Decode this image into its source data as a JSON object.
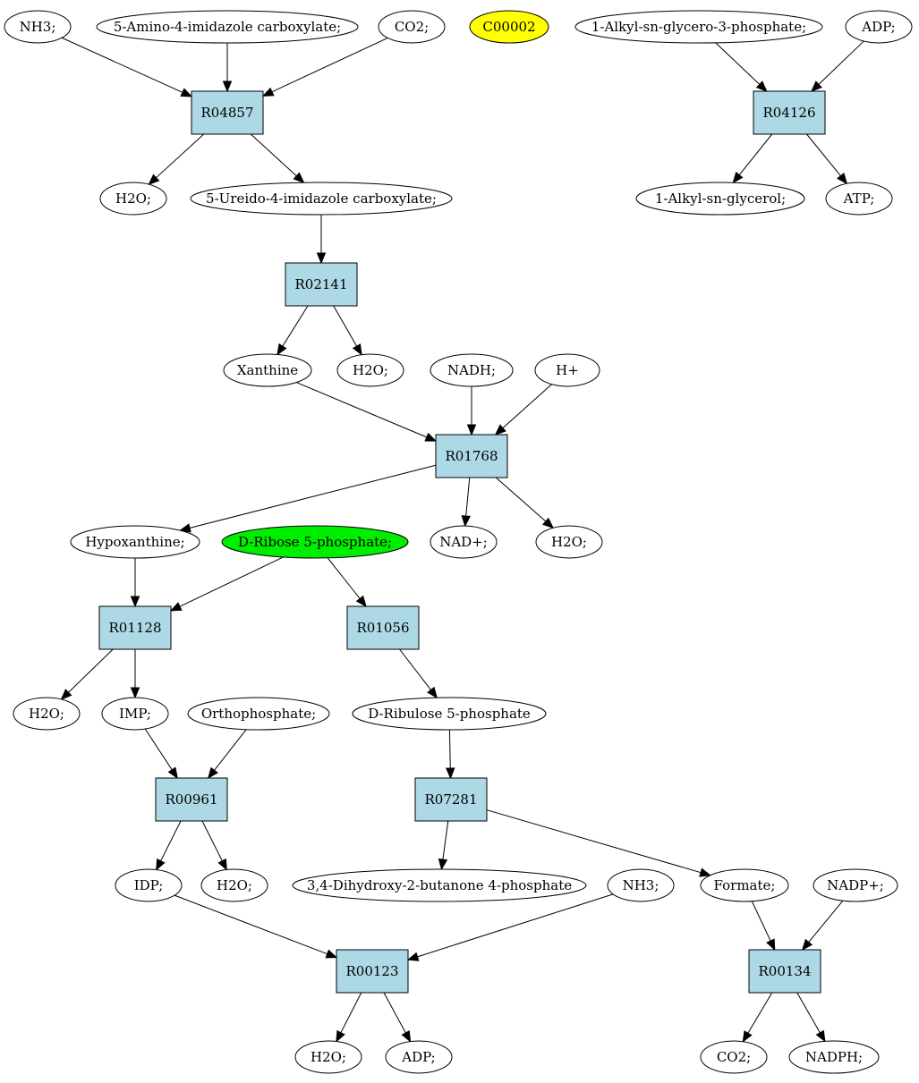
{
  "colors": {
    "compound": "#ffffff",
    "reaction": "#add8e6",
    "highlight_yellow": "#ffff00",
    "highlight_green": "#00ee00"
  },
  "nodes": [
    {
      "id": "nh3_1",
      "label": "NH3;",
      "kind": "compound"
    },
    {
      "id": "amino_imid",
      "label": "5-Amino-4-imidazole carboxylate;",
      "kind": "compound"
    },
    {
      "id": "co2_1",
      "label": "CO2;",
      "kind": "compound"
    },
    {
      "id": "c00002",
      "label": "C00002",
      "kind": "compound",
      "color": "highlight_yellow"
    },
    {
      "id": "alkyl_g3p",
      "label": "1-Alkyl-sn-glycero-3-phosphate;",
      "kind": "compound"
    },
    {
      "id": "adp_1",
      "label": "ADP;",
      "kind": "compound"
    },
    {
      "id": "r04857",
      "label": "R04857",
      "kind": "reaction"
    },
    {
      "id": "r04126",
      "label": "R04126",
      "kind": "reaction"
    },
    {
      "id": "h2o_1",
      "label": "H2O;",
      "kind": "compound"
    },
    {
      "id": "ureido_imid",
      "label": "5-Ureido-4-imidazole carboxylate;",
      "kind": "compound"
    },
    {
      "id": "alkyl_glycerol",
      "label": "1-Alkyl-sn-glycerol;",
      "kind": "compound"
    },
    {
      "id": "atp_1",
      "label": "ATP;",
      "kind": "compound"
    },
    {
      "id": "r02141",
      "label": "R02141",
      "kind": "reaction"
    },
    {
      "id": "xanthine",
      "label": "Xanthine",
      "kind": "compound"
    },
    {
      "id": "h2o_2",
      "label": "H2O;",
      "kind": "compound"
    },
    {
      "id": "nadh",
      "label": "NADH;",
      "kind": "compound"
    },
    {
      "id": "hplus",
      "label": "H+",
      "kind": "compound"
    },
    {
      "id": "r01768",
      "label": "R01768",
      "kind": "reaction"
    },
    {
      "id": "hypoxanthine",
      "label": "Hypoxanthine;",
      "kind": "compound"
    },
    {
      "id": "ribose5p",
      "label": "D-Ribose 5-phosphate;",
      "kind": "compound",
      "color": "highlight_green"
    },
    {
      "id": "nadplus_1",
      "label": "NAD+;",
      "kind": "compound"
    },
    {
      "id": "h2o_3",
      "label": "H2O;",
      "kind": "compound"
    },
    {
      "id": "r01128",
      "label": "R01128",
      "kind": "reaction"
    },
    {
      "id": "r01056",
      "label": "R01056",
      "kind": "reaction"
    },
    {
      "id": "h2o_4",
      "label": "H2O;",
      "kind": "compound"
    },
    {
      "id": "imp",
      "label": "IMP;",
      "kind": "compound"
    },
    {
      "id": "orthophosphate",
      "label": "Orthophosphate;",
      "kind": "compound"
    },
    {
      "id": "ribulose5p",
      "label": "D-Ribulose 5-phosphate",
      "kind": "compound"
    },
    {
      "id": "r00961",
      "label": "R00961",
      "kind": "reaction"
    },
    {
      "id": "r07281",
      "label": "R07281",
      "kind": "reaction"
    },
    {
      "id": "idp",
      "label": "IDP;",
      "kind": "compound"
    },
    {
      "id": "h2o_5",
      "label": "H2O;",
      "kind": "compound"
    },
    {
      "id": "dihydroxybutanone",
      "label": "3,4-Dihydroxy-2-butanone 4-phosphate",
      "kind": "compound"
    },
    {
      "id": "nh3_2",
      "label": "NH3;",
      "kind": "compound"
    },
    {
      "id": "formate",
      "label": "Formate;",
      "kind": "compound"
    },
    {
      "id": "nadpplus",
      "label": "NADP+;",
      "kind": "compound"
    },
    {
      "id": "r00123",
      "label": "R00123",
      "kind": "reaction"
    },
    {
      "id": "r00134",
      "label": "R00134",
      "kind": "reaction"
    },
    {
      "id": "h2o_6",
      "label": "H2O;",
      "kind": "compound"
    },
    {
      "id": "adp_2",
      "label": "ADP;",
      "kind": "compound"
    },
    {
      "id": "co2_2",
      "label": "CO2;",
      "kind": "compound"
    },
    {
      "id": "nadph",
      "label": "NADPH;",
      "kind": "compound"
    }
  ],
  "edges": [
    [
      "nh3_1",
      "r04857"
    ],
    [
      "amino_imid",
      "r04857"
    ],
    [
      "co2_1",
      "r04857"
    ],
    [
      "r04857",
      "h2o_1"
    ],
    [
      "r04857",
      "ureido_imid"
    ],
    [
      "alkyl_g3p",
      "r04126"
    ],
    [
      "adp_1",
      "r04126"
    ],
    [
      "r04126",
      "alkyl_glycerol"
    ],
    [
      "r04126",
      "atp_1"
    ],
    [
      "ureido_imid",
      "r02141"
    ],
    [
      "r02141",
      "xanthine"
    ],
    [
      "r02141",
      "h2o_2"
    ],
    [
      "xanthine",
      "r01768"
    ],
    [
      "nadh",
      "r01768"
    ],
    [
      "hplus",
      "r01768"
    ],
    [
      "r01768",
      "hypoxanthine"
    ],
    [
      "r01768",
      "nadplus_1"
    ],
    [
      "r01768",
      "h2o_3"
    ],
    [
      "hypoxanthine",
      "r01128"
    ],
    [
      "ribose5p",
      "r01128"
    ],
    [
      "ribose5p",
      "r01056"
    ],
    [
      "r01128",
      "h2o_4"
    ],
    [
      "r01128",
      "imp"
    ],
    [
      "r01056",
      "ribulose5p"
    ],
    [
      "imp",
      "r00961"
    ],
    [
      "orthophosphate",
      "r00961"
    ],
    [
      "ribulose5p",
      "r07281"
    ],
    [
      "r00961",
      "idp"
    ],
    [
      "r00961",
      "h2o_5"
    ],
    [
      "r07281",
      "dihydroxybutanone"
    ],
    [
      "r07281",
      "formate"
    ],
    [
      "idp",
      "r00123"
    ],
    [
      "nh3_2",
      "r00123"
    ],
    [
      "formate",
      "r00134"
    ],
    [
      "nadpplus",
      "r00134"
    ],
    [
      "r00123",
      "h2o_6"
    ],
    [
      "r00123",
      "adp_2"
    ],
    [
      "r00134",
      "co2_2"
    ],
    [
      "r00134",
      "nadph"
    ]
  ]
}
